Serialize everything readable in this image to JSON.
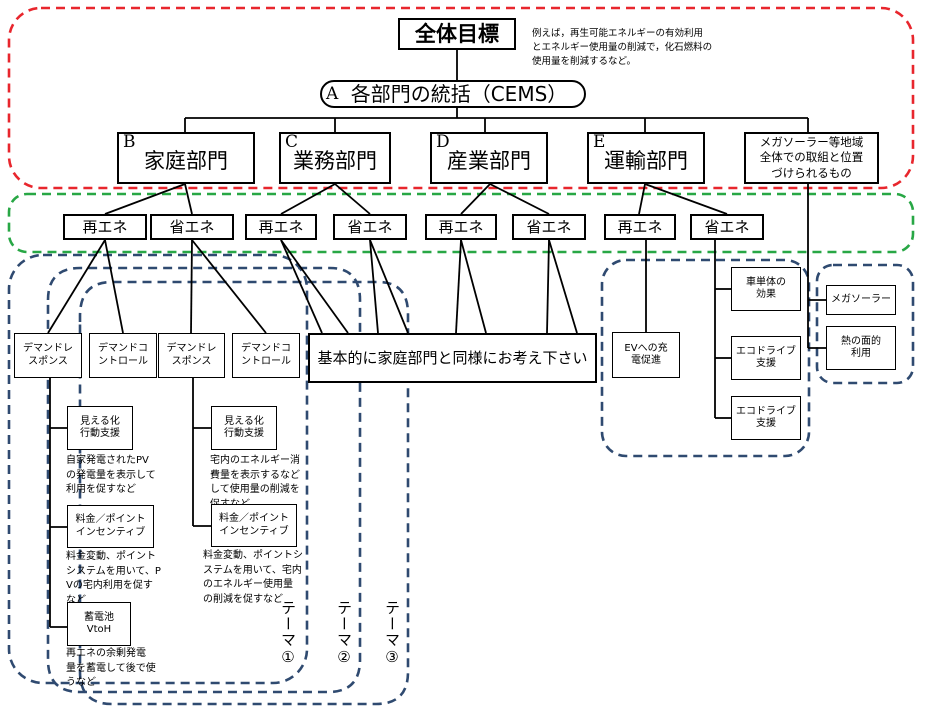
{
  "goal": {
    "title": "全体目標",
    "note_lines": [
      "例えば，再生可能エネルギーの有効利用",
      "とエネルギー使用量の削減で，化石燃料の",
      "使用量を削減するなど。"
    ]
  },
  "cems": {
    "letter": "A",
    "title": "各部門の統括（CEMS）"
  },
  "sectors": [
    {
      "letter": "B",
      "title": "家庭部門"
    },
    {
      "letter": "C",
      "title": "業務部門"
    },
    {
      "letter": "D",
      "title": "産業部門"
    },
    {
      "letter": "E",
      "title": "運輸部門"
    }
  ],
  "mega_region": {
    "lines": [
      "メガソーラー等地域",
      "全体での取組と位置",
      "づけられるもの"
    ]
  },
  "energy": [
    "再エネ",
    "省エネ",
    "再エネ",
    "省エネ",
    "再エネ",
    "省エネ",
    "再エネ",
    "省エネ"
  ],
  "demand": {
    "response_lines": [
      "デマンドレ",
      "スポンス"
    ],
    "control_lines": [
      "デマンドコ",
      "ントロール"
    ]
  },
  "same_as_home": "基本的に家庭部門と同様にお考え下さい",
  "home_details": [
    {
      "box_lines": [
        "見える化",
        "行動支援"
      ],
      "note_lines": [
        "自家発電されたPV",
        "の発電量を表示して",
        "利用を促すなど"
      ]
    },
    {
      "box_lines": [
        "料金／ポイント",
        "インセンティブ"
      ],
      "note_lines": [
        "料金変動、ポイント",
        "システムを用いて、P",
        "Vの宅内利用を促す",
        "など"
      ]
    },
    {
      "box_lines": [
        "蓄電池",
        "VtoH"
      ],
      "note_lines": [
        "再エネの余剰発電",
        "量を蓄電して後で使",
        "うなど"
      ]
    }
  ],
  "home_details_2": [
    {
      "box_lines": [
        "見える化",
        "行動支援"
      ],
      "note_lines": [
        "宅内のエネルギー消",
        "費量を表示するなど",
        "して使用量の削減を",
        "促すなど"
      ]
    },
    {
      "box_lines": [
        "料金／ポイント",
        "インセンティブ"
      ],
      "note_lines": [
        "料金変動、ポイントシ",
        "ステムを用いて、宅内",
        "のエネルギー使用量",
        "の削減を促すなど"
      ]
    }
  ],
  "transport": {
    "ev_lines": [
      "EVへの充",
      "電促進"
    ],
    "items": [
      {
        "lines": [
          "車単体の",
          "効果"
        ]
      },
      {
        "lines": [
          "エコドライブ",
          "支援"
        ]
      },
      {
        "lines": [
          "エコドライブ",
          "支援"
        ]
      }
    ]
  },
  "mega_items": [
    {
      "lines": [
        "メガソーラー"
      ]
    },
    {
      "lines": [
        "熱の面的",
        "利用"
      ]
    }
  ],
  "themes": [
    "テーマ①",
    "テーマ②",
    "テーマ③"
  ],
  "colors": {
    "red_dash": "#e8262d",
    "green_dash": "#28a745",
    "navy_dash": "#2f4a70",
    "line": "#000000"
  }
}
